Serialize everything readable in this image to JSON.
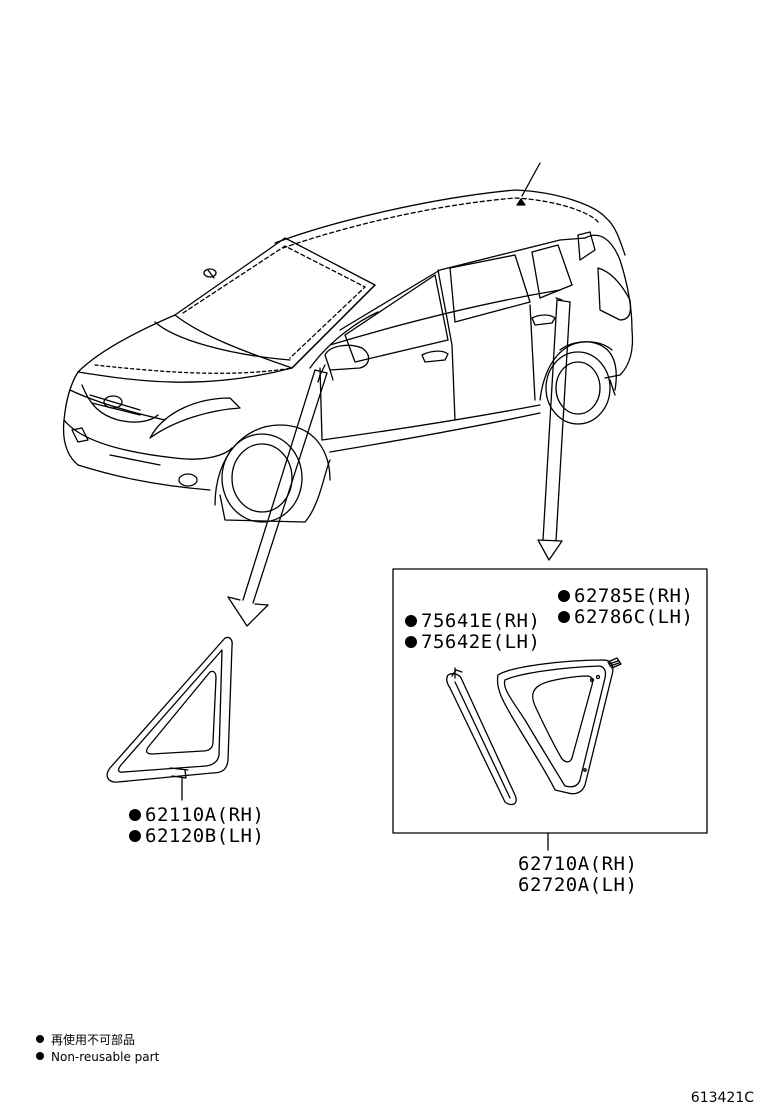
{
  "parts": {
    "front_quarter_glass": {
      "rh": "62110A(RH)",
      "lh": "62120B(LH)",
      "non_reusable": true
    },
    "rear_moulding": {
      "rh": "75641E(RH)",
      "lh": "75642E(LH)",
      "non_reusable": true
    },
    "clip": {
      "rh": "62785E(RH)",
      "lh": "62786C(LH)",
      "non_reusable": true
    },
    "rear_quarter_glass": {
      "rh": "62710A(RH)",
      "lh": "62720A(LH)",
      "non_reusable": false
    }
  },
  "legend": {
    "japanese": "再使用不可部品",
    "english": "Non-reusable part"
  },
  "figure_ref": "613421C"
}
